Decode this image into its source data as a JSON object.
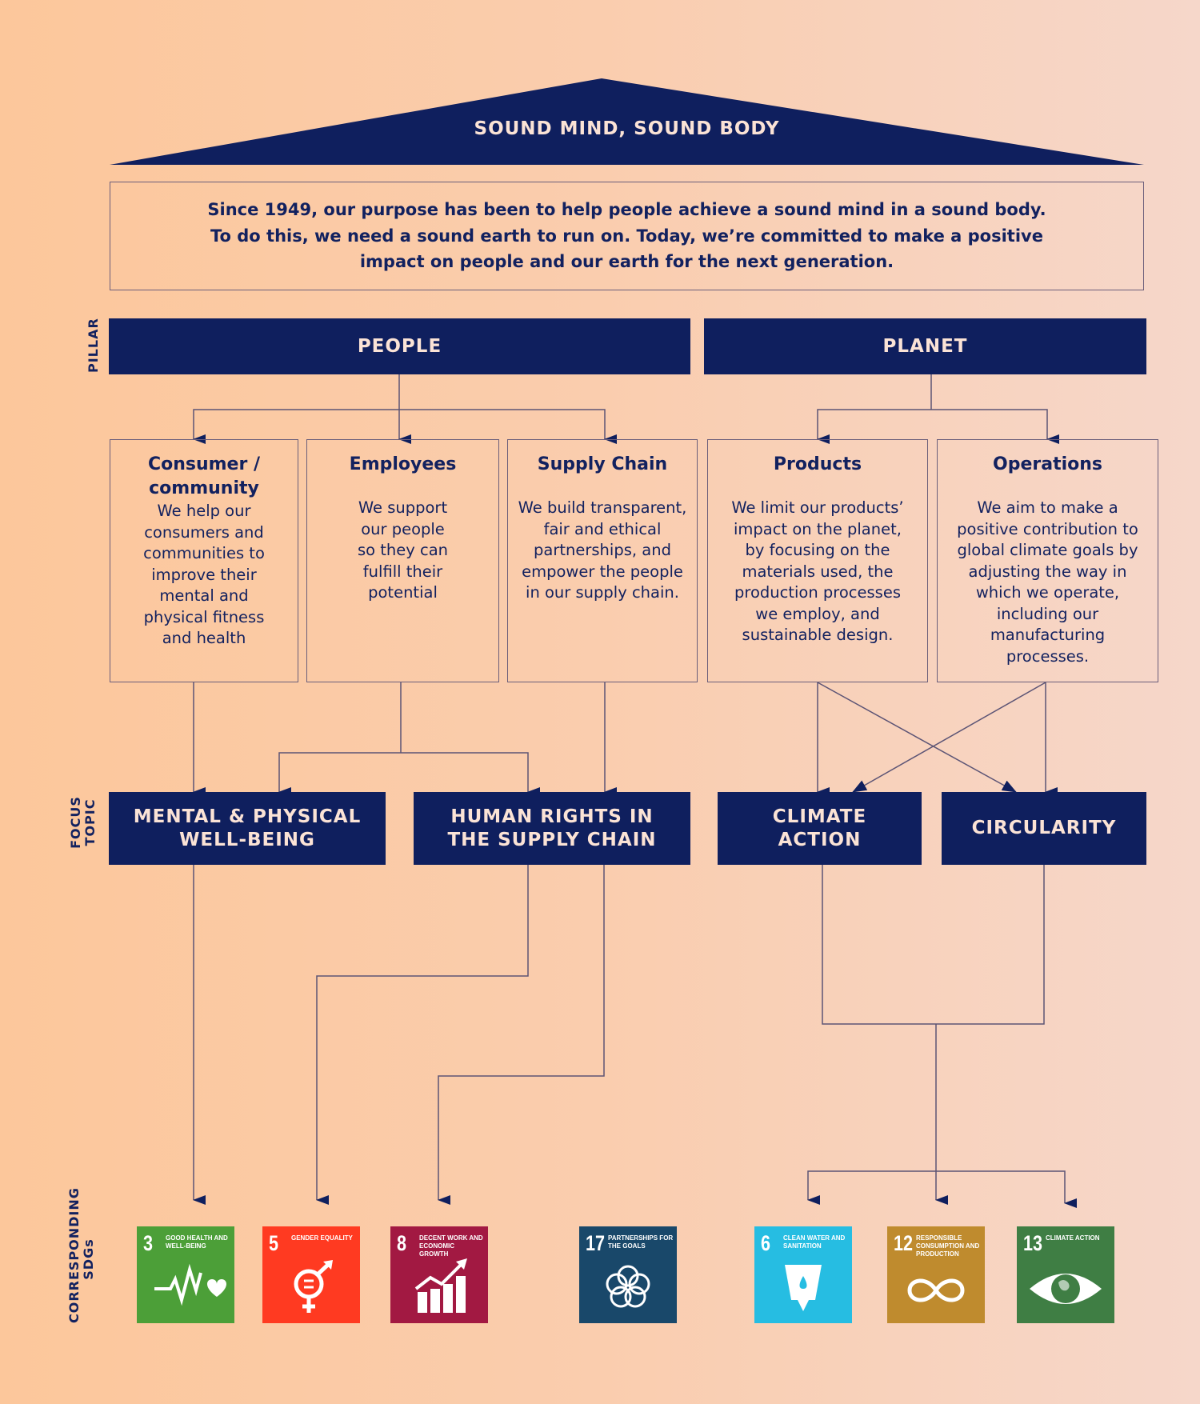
{
  "roof": {
    "title": "SOUND MIND, SOUND BODY"
  },
  "purpose": {
    "line1": "Since 1949, our purpose has been to help people achieve a sound mind in a sound body.",
    "line2": "To do this, we need a sound earth to run on. Today, we’re committed to make a positive",
    "line3": "impact on people and our earth for the next generation."
  },
  "side_labels": {
    "pillar": "PILLAR",
    "focus_line1": "FOCUS",
    "focus_line2": "TOPIC",
    "sdg_line1": "CORRESPONDING",
    "sdg_line2": "SDGs"
  },
  "pillars": [
    {
      "label": "PEOPLE"
    },
    {
      "label": "PLANET"
    }
  ],
  "cards": [
    {
      "title": "Consumer / community",
      "text": "We help our consumers and communities to improve their mental and physical fitness and health"
    },
    {
      "title": "Employees",
      "text": "We support our people so they can fulfill their potential"
    },
    {
      "title": "Supply Chain",
      "text": "We build transparent, fair and ethical partnerships, and empower the people in our supply chain."
    },
    {
      "title": "Products",
      "text": "We limit our products’ impact on the planet, by focusing on the materials used, the production processes we employ, and sustainable design."
    },
    {
      "title": "Operations",
      "text": "We aim to make a positive contribution to global climate goals by adjusting the way in which we operate, including our manufacturing processes."
    }
  ],
  "focus_topics": [
    {
      "line1": "MENTAL & PHYSICAL",
      "line2": "WELL-BEING"
    },
    {
      "line1": "HUMAN RIGHTS IN",
      "line2": "THE SUPPLY CHAIN"
    },
    {
      "line1": "CLIMATE",
      "line2": "ACTION"
    },
    {
      "line1": "CIRCULARITY",
      "line2": ""
    }
  ],
  "sdgs": [
    {
      "number": "3",
      "label": "Good health and well-being",
      "color": "#4C9F38",
      "icon": "heartbeat-icon"
    },
    {
      "number": "5",
      "label": "Gender equality",
      "color": "#FF3A21",
      "icon": "gender-equality-icon"
    },
    {
      "number": "8",
      "label": "Decent work and economic growth",
      "color": "#A21942",
      "icon": "growth-chart-icon"
    },
    {
      "number": "17",
      "label": "Partnerships for the goals",
      "color": "#19486A",
      "icon": "partnership-rings-icon"
    },
    {
      "number": "6",
      "label": "Clean water and sanitation",
      "color": "#26BDE2",
      "icon": "water-glass-icon"
    },
    {
      "number": "12",
      "label": "Responsible consumption and production",
      "color": "#BF8B2E",
      "icon": "infinity-icon"
    },
    {
      "number": "13",
      "label": "Climate action",
      "color": "#3F7E44",
      "icon": "earth-eye-icon"
    }
  ],
  "colors": {
    "navy": "#0F1F5E",
    "background_left": "#FCC79B",
    "background_right": "#F6D7CA",
    "text_light": "#FBE3D6"
  }
}
